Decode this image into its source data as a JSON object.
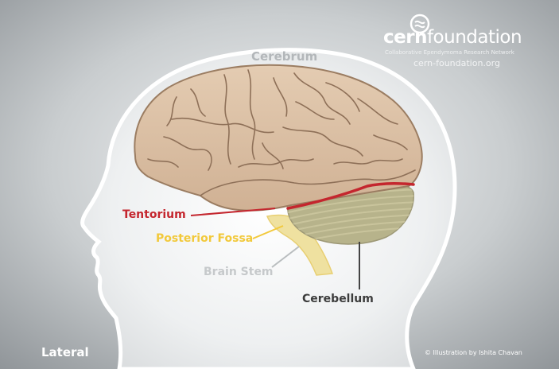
{
  "labels": {
    "cerebrum": "Cerebrum",
    "tentorium": "Tentorium",
    "posterior_fossa": "Posterior Fossa",
    "brain_stem": "Brain Stem",
    "cerebellum": "Cerebellum",
    "view": "Lateral"
  },
  "branding": {
    "logo_bold": "cern",
    "logo_light": "foundation",
    "tagline": "Collaborative Ependymoma Research Network",
    "url": "cern-foundation.org",
    "credit": "© Illustration by Ishita Chavan"
  },
  "colors": {
    "background": "#a5aaae",
    "head_outline": "#ffffff",
    "cerebrum_fill": "#dcc1a6",
    "cerebellum_fill": "#b7b38b",
    "tentorium": "#c4262e",
    "posterior_fossa": "#f2c93b",
    "brain_stem_label": "#c8ccce",
    "text_dark": "#3c3c3c"
  }
}
